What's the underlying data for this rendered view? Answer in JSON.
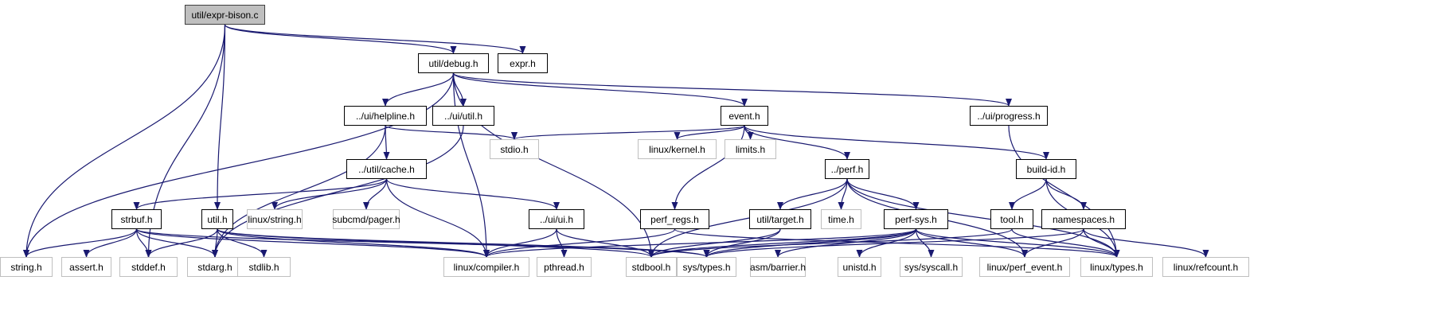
{
  "title": "Include dependency graph for util/expr-bison.c",
  "colors": {
    "edge": "#191970",
    "root_fill": "#bfbfbf",
    "internal_border": "#000000",
    "external_border": "#bfbfbf"
  },
  "nodes": [
    {
      "id": "root",
      "label": "util/expr-bison.c",
      "kind": "root"
    },
    {
      "id": "debug",
      "label": "util/debug.h",
      "kind": "internal"
    },
    {
      "id": "expr",
      "label": "expr.h",
      "kind": "internal"
    },
    {
      "id": "helpline",
      "label": "../ui/helpline.h",
      "kind": "internal"
    },
    {
      "id": "uiutil",
      "label": "../ui/util.h",
      "kind": "internal"
    },
    {
      "id": "event",
      "label": "event.h",
      "kind": "internal"
    },
    {
      "id": "progress",
      "label": "../ui/progress.h",
      "kind": "internal"
    },
    {
      "id": "cache",
      "label": "../util/cache.h",
      "kind": "internal"
    },
    {
      "id": "stdio",
      "label": "stdio.h",
      "kind": "external"
    },
    {
      "id": "kernel",
      "label": "linux/kernel.h",
      "kind": "external"
    },
    {
      "id": "limits",
      "label": "limits.h",
      "kind": "external"
    },
    {
      "id": "perf",
      "label": "../perf.h",
      "kind": "internal"
    },
    {
      "id": "buildid",
      "label": "build-id.h",
      "kind": "internal"
    },
    {
      "id": "strbuf",
      "label": "strbuf.h",
      "kind": "internal"
    },
    {
      "id": "util",
      "label": "util.h",
      "kind": "internal"
    },
    {
      "id": "lstring",
      "label": "linux/string.h",
      "kind": "external"
    },
    {
      "id": "pager",
      "label": "subcmd/pager.h",
      "kind": "external"
    },
    {
      "id": "uiui",
      "label": "../ui/ui.h",
      "kind": "internal"
    },
    {
      "id": "perfregs",
      "label": "perf_regs.h",
      "kind": "internal"
    },
    {
      "id": "target",
      "label": "util/target.h",
      "kind": "internal"
    },
    {
      "id": "time",
      "label": "time.h",
      "kind": "external"
    },
    {
      "id": "perfsys",
      "label": "perf-sys.h",
      "kind": "internal"
    },
    {
      "id": "tool",
      "label": "tool.h",
      "kind": "internal"
    },
    {
      "id": "ns",
      "label": "namespaces.h",
      "kind": "internal"
    },
    {
      "id": "string",
      "label": "string.h",
      "kind": "external"
    },
    {
      "id": "assert",
      "label": "assert.h",
      "kind": "external"
    },
    {
      "id": "stddef",
      "label": "stddef.h",
      "kind": "external"
    },
    {
      "id": "stdarg",
      "label": "stdarg.h",
      "kind": "external"
    },
    {
      "id": "stdlib",
      "label": "stdlib.h",
      "kind": "external"
    },
    {
      "id": "compiler",
      "label": "linux/compiler.h",
      "kind": "external"
    },
    {
      "id": "pthread",
      "label": "pthread.h",
      "kind": "external"
    },
    {
      "id": "stdbool",
      "label": "stdbool.h",
      "kind": "external"
    },
    {
      "id": "systypes",
      "label": "sys/types.h",
      "kind": "external"
    },
    {
      "id": "barrier",
      "label": "asm/barrier.h",
      "kind": "external"
    },
    {
      "id": "unistd",
      "label": "unistd.h",
      "kind": "external"
    },
    {
      "id": "syscall",
      "label": "sys/syscall.h",
      "kind": "external"
    },
    {
      "id": "perfevent",
      "label": "linux/perf_event.h",
      "kind": "external"
    },
    {
      "id": "ltypes",
      "label": "linux/types.h",
      "kind": "external"
    },
    {
      "id": "refcount",
      "label": "linux/refcount.h",
      "kind": "external"
    }
  ],
  "edges": [
    [
      "root",
      "debug"
    ],
    [
      "root",
      "expr"
    ],
    [
      "root",
      "util"
    ],
    [
      "root",
      "string"
    ],
    [
      "root",
      "stddef"
    ],
    [
      "debug",
      "string"
    ],
    [
      "debug",
      "helpline"
    ],
    [
      "debug",
      "uiutil"
    ],
    [
      "debug",
      "compiler"
    ],
    [
      "debug",
      "stdbool"
    ],
    [
      "debug",
      "event"
    ],
    [
      "debug",
      "progress"
    ],
    [
      "helpline",
      "cache"
    ],
    [
      "helpline",
      "stdio"
    ],
    [
      "helpline",
      "stdarg"
    ],
    [
      "uiutil",
      "stdarg"
    ],
    [
      "cache",
      "strbuf"
    ],
    [
      "cache",
      "lstring"
    ],
    [
      "cache",
      "pager"
    ],
    [
      "cache",
      "compiler"
    ],
    [
      "cache",
      "uiui"
    ],
    [
      "event",
      "stdio"
    ],
    [
      "event",
      "kernel"
    ],
    [
      "event",
      "limits"
    ],
    [
      "event",
      "perfregs"
    ],
    [
      "event",
      "perf"
    ],
    [
      "event",
      "buildid"
    ],
    [
      "progress",
      "ltypes"
    ],
    [
      "strbuf",
      "string"
    ],
    [
      "strbuf",
      "assert"
    ],
    [
      "strbuf",
      "stddef"
    ],
    [
      "strbuf",
      "stdarg"
    ],
    [
      "strbuf",
      "compiler"
    ],
    [
      "strbuf",
      "systypes"
    ],
    [
      "util",
      "stddef"
    ],
    [
      "util",
      "stdarg"
    ],
    [
      "util",
      "stdlib"
    ],
    [
      "util",
      "compiler"
    ],
    [
      "util",
      "stdbool"
    ],
    [
      "util",
      "systypes"
    ],
    [
      "uiui",
      "compiler"
    ],
    [
      "uiui",
      "pthread"
    ],
    [
      "uiui",
      "stdbool"
    ],
    [
      "perfregs",
      "compiler"
    ],
    [
      "perfregs",
      "ltypes"
    ],
    [
      "perf",
      "stdbool"
    ],
    [
      "perf",
      "target"
    ],
    [
      "perf",
      "time"
    ],
    [
      "perf",
      "perfsys"
    ],
    [
      "perf",
      "perfevent"
    ],
    [
      "perf",
      "ltypes"
    ],
    [
      "target",
      "stdbool"
    ],
    [
      "target",
      "systypes"
    ],
    [
      "perfsys",
      "compiler"
    ],
    [
      "perfsys",
      "stdbool"
    ],
    [
      "perfsys",
      "systypes"
    ],
    [
      "perfsys",
      "barrier"
    ],
    [
      "perfsys",
      "unistd"
    ],
    [
      "perfsys",
      "syscall"
    ],
    [
      "perfsys",
      "perfevent"
    ],
    [
      "perfsys",
      "ltypes"
    ],
    [
      "buildid",
      "tool"
    ],
    [
      "buildid",
      "ns"
    ],
    [
      "buildid",
      "ltypes"
    ],
    [
      "tool",
      "stdbool"
    ],
    [
      "tool",
      "ltypes"
    ],
    [
      "ns",
      "systypes"
    ],
    [
      "ns",
      "perfevent"
    ],
    [
      "ns",
      "ltypes"
    ],
    [
      "ns",
      "refcount"
    ]
  ]
}
